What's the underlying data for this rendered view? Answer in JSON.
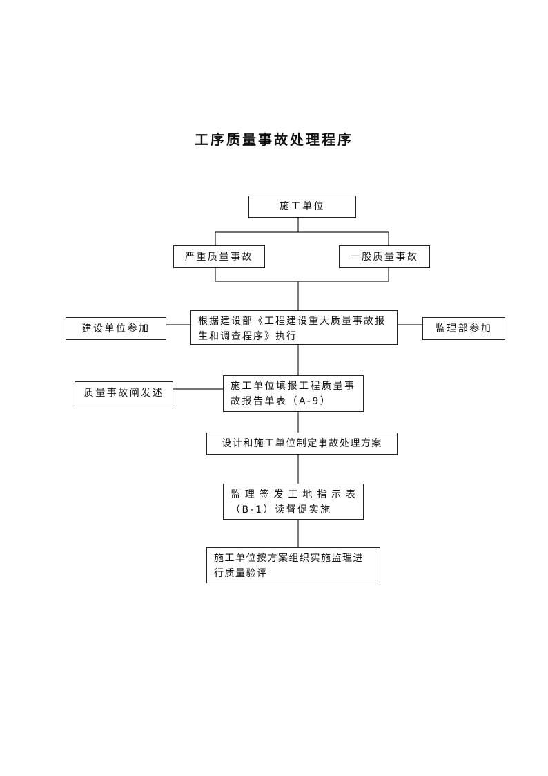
{
  "title": "工序质量事故处理程序",
  "nodes": {
    "contractor": "施工单位",
    "serious": "严重质量事故",
    "general": "一般质量事故",
    "regulation": [
      "根据建设部《工程建设重大质量事故报",
      "生和调查程序》执行"
    ],
    "owner": "建设单位参加",
    "supervision_join": "监理部参加",
    "report": [
      "施工单位填报工程质量事",
      "故报告单表（A-9）"
    ],
    "sent": "质量事故阐发述",
    "plan": "设计和施工单位制定事故处理方案",
    "instruction": [
      "监 理 签 发 工 地 指 示 表",
      "（B-1）读督促实施"
    ],
    "implement": [
      "施工单位按方案组织实施监理进",
      "行质量验评"
    ]
  }
}
